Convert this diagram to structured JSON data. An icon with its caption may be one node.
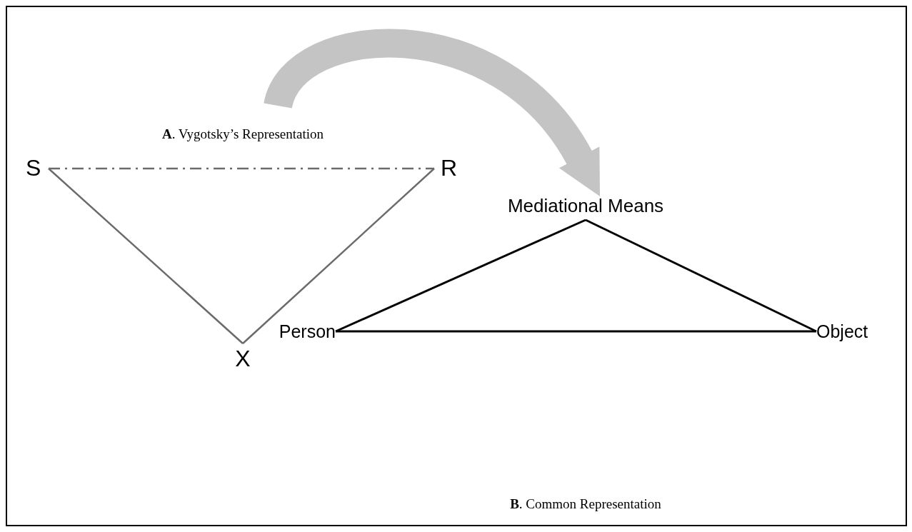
{
  "diagram": {
    "nodes": [
      {
        "text": [
          "S"
        ]
      },
      {
        "text": [
          "R"
        ]
      },
      {
        "text": [
          "X"
        ]
      },
      {
        "text": [
          "Mediational Means"
        ]
      },
      {
        "text": [
          "Person"
        ]
      },
      {
        "text": [
          "Object"
        ]
      }
    ],
    "edges": [
      {
        "from": 0,
        "to": 1,
        "arrow": "none",
        "style": "dashed",
        "color": "#6b6b6b"
      },
      {
        "from": 0,
        "to": 2,
        "arrow": "none",
        "color": "#6b6b6b"
      },
      {
        "from": 1,
        "to": 2,
        "arrow": "none",
        "color": "#6b6b6b"
      },
      {
        "from": 3,
        "to": 4,
        "arrow": "none",
        "color": "#000000"
      },
      {
        "from": 3,
        "to": 5,
        "arrow": "none",
        "color": "#000000"
      },
      {
        "from": 4,
        "to": 5,
        "arrow": "none",
        "color": "#000000"
      },
      {
        "from": null,
        "to": 3,
        "arrow": "to",
        "style": "thick",
        "color": "#c4c4c4"
      }
    ],
    "labels": [
      "**A**. Vygotsky’s Representation",
      "**B**. Common Representation"
    ]
  }
}
